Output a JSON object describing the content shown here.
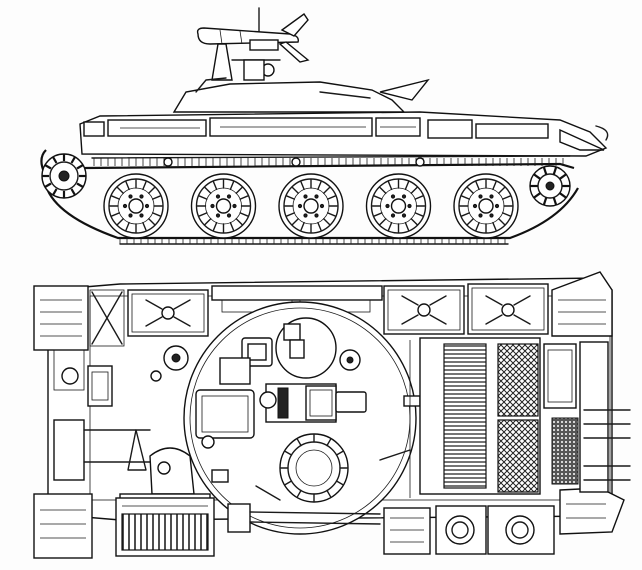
{
  "drawing": {
    "views": [
      "side-view",
      "top-view"
    ],
    "road_wheels_per_side": 5,
    "colors": {
      "ink": "#1a1a1a",
      "paper": "#fdfdfd"
    }
  }
}
